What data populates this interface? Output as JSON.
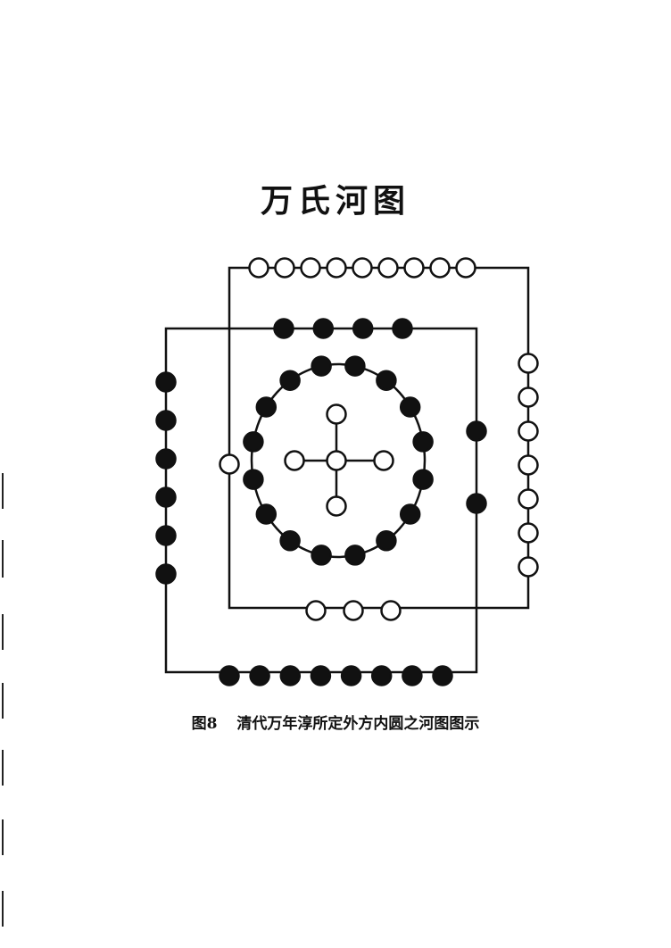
{
  "title": "万氏河图",
  "caption": {
    "figure_number": "图8",
    "text": "清代万年淳所定外方内圆之河图图示"
  },
  "colors": {
    "ink": "#111111",
    "open_dot_fill": "#ffffff",
    "solid_dot_fill": "#111111"
  },
  "dot_groups": [
    {
      "name": "top-open",
      "count": 9,
      "filled": false
    },
    {
      "name": "right-open",
      "count": 7,
      "filled": false
    },
    {
      "name": "bottom-open",
      "count": 3,
      "filled": false
    },
    {
      "name": "left-open",
      "count": 1,
      "filled": false
    },
    {
      "name": "top-solid",
      "count": 4,
      "filled": true
    },
    {
      "name": "left-solid",
      "count": 6,
      "filled": true
    },
    {
      "name": "bottom-solid",
      "count": 8,
      "filled": true
    },
    {
      "name": "right-solid",
      "count": 2,
      "filled": true
    },
    {
      "name": "circle-solid",
      "count": 16,
      "filled": true
    },
    {
      "name": "center-cross-open",
      "count": 5,
      "filled": false
    }
  ]
}
